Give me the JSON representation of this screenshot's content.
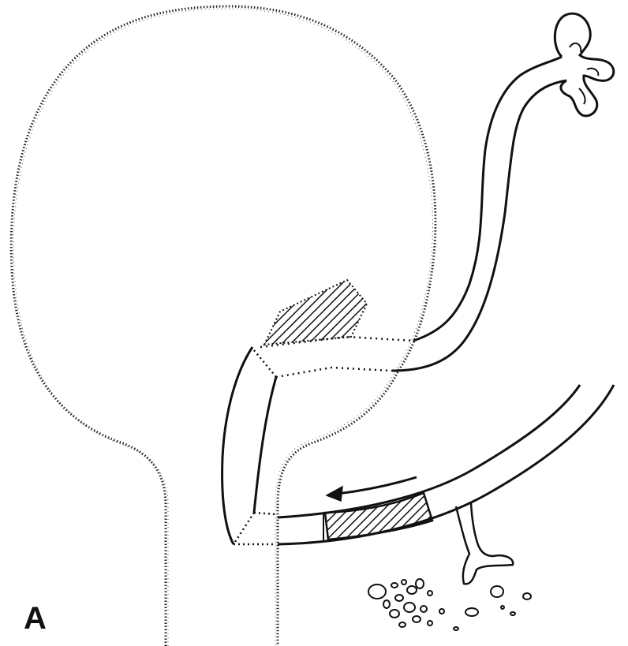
{
  "figure": {
    "panel_label": "A",
    "ink_color": "#111111",
    "background": "#ffffff",
    "parts": [
      "bladder-outline",
      "urethra",
      "diverticulum-neck-hatch",
      "ureter-loop",
      "renal-pelvis",
      "large-conduit",
      "conduit-hatched-segment",
      "flow-arrow",
      "branching-vessel",
      "stone-fragments"
    ]
  }
}
